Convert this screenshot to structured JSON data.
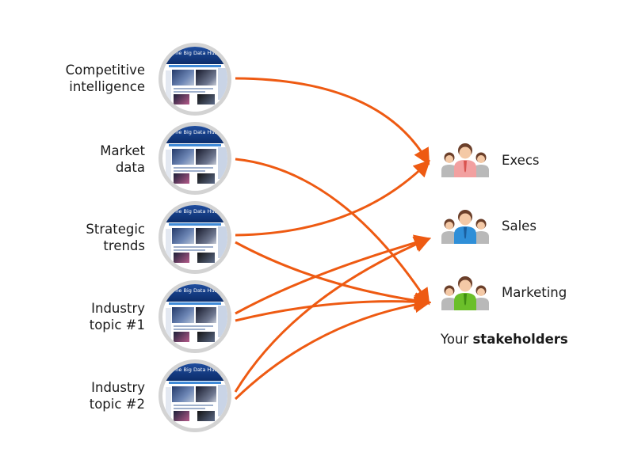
{
  "sources": [
    {
      "lines": [
        "Competitive",
        "intelligence"
      ]
    },
    {
      "lines": [
        "Market",
        "data"
      ]
    },
    {
      "lines": [
        "Strategic",
        "trends"
      ]
    },
    {
      "lines": [
        "Industry",
        "topic #1"
      ]
    },
    {
      "lines": [
        "Industry",
        "topic #2"
      ]
    }
  ],
  "thumbnail": {
    "title": "The Big Data Hub"
  },
  "destinations": [
    {
      "label": "Execs",
      "shirt_color": "#f2a0a0",
      "tie_color": "#d9534f"
    },
    {
      "label": "Sales",
      "shirt_color": "#2f8fd8",
      "tie_color": "#1b5f9e"
    },
    {
      "label": "Marketing",
      "shirt_color": "#6bbf2a",
      "tie_color": "#3f8c12"
    }
  ],
  "caption": {
    "prefix": "Your",
    "bold": "stakeholders"
  },
  "colors": {
    "arrow": "#ee5a12",
    "bubble_ring": "#d3d3d3",
    "hair": "#6b3f2a",
    "skin": "#f4c9a6",
    "side_person_shirt": "#b9b9b9"
  },
  "connections": [
    {
      "from": "Competitive intelligence",
      "to": "Execs"
    },
    {
      "from": "Market data",
      "to": "Marketing"
    },
    {
      "from": "Strategic trends",
      "to": "Execs"
    },
    {
      "from": "Strategic trends",
      "to": "Marketing"
    },
    {
      "from": "Industry topic #1",
      "to": "Sales"
    },
    {
      "from": "Industry topic #1",
      "to": "Marketing"
    },
    {
      "from": "Industry topic #2",
      "to": "Sales"
    },
    {
      "from": "Industry topic #2",
      "to": "Marketing"
    }
  ]
}
